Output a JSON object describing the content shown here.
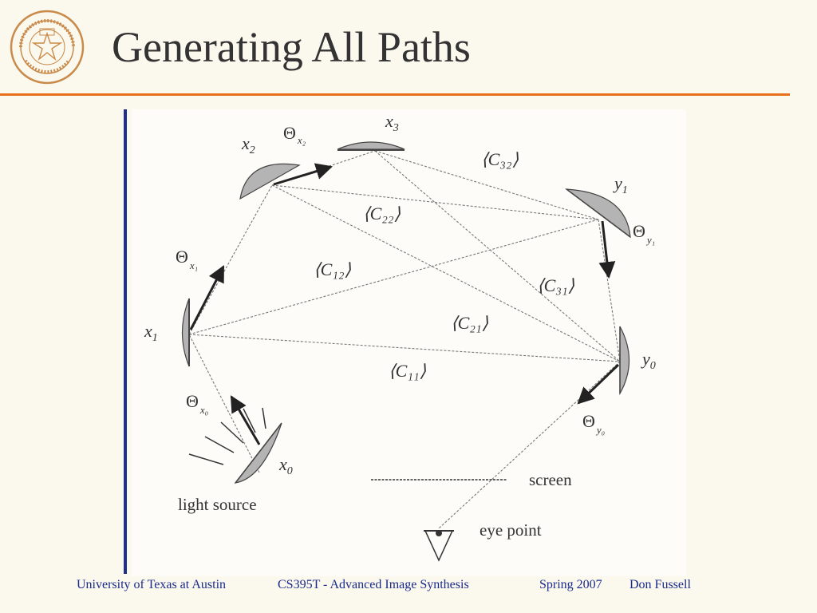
{
  "slide": {
    "title": "Generating All Paths",
    "logo_text": "THE UNIVERSITY OF TEXAS AT AUSTIN",
    "colors": {
      "accent_rule": "#e8701a",
      "side_bar": "#1f2f8f",
      "footer_text": "#1a2a8a",
      "logo": "#c98a4a"
    }
  },
  "diagram": {
    "labels": {
      "x0": "x",
      "x0_sub": "0",
      "x1": "x",
      "x1_sub": "1",
      "x2": "x",
      "x2_sub": "2",
      "x3": "x",
      "x3_sub": "3",
      "y0": "y",
      "y0_sub": "0",
      "y1": "y",
      "y1_sub": "1",
      "theta": "Θ",
      "theta_x0_sub": "x₀",
      "theta_x1_sub": "x₁",
      "theta_x2_sub": "x₂",
      "theta_y0_sub": "y₀",
      "theta_y1_sub": "y₁",
      "c11": "⟨C₁₁⟩",
      "c12": "⟨C₁₂⟩",
      "c21": "⟨C₂₁⟩",
      "c22": "⟨C₂₂⟩",
      "c31": "⟨C₃₁⟩",
      "c32": "⟨C₃₂⟩",
      "light_source": "light source",
      "screen": "screen",
      "eye_point": "eye point"
    }
  },
  "footer": {
    "institution": "University of Texas at Austin",
    "course": "CS395T -  Advanced Image Synthesis",
    "term": "Spring 2007",
    "author": "Don Fussell"
  }
}
